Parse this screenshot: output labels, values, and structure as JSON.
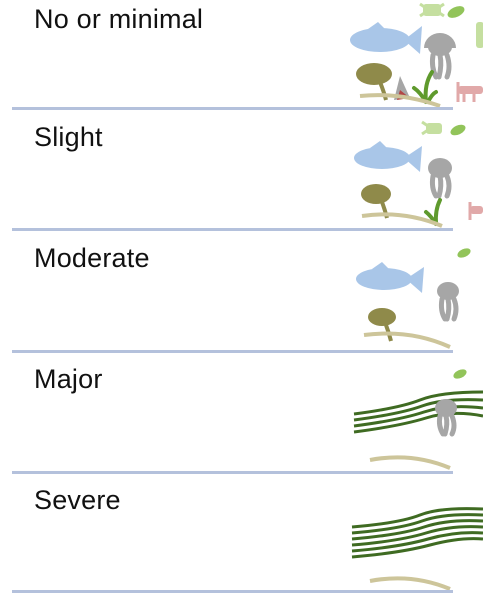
{
  "colors": {
    "divider": "#b4c1dc",
    "fish": "#a9c6e8",
    "jellyfish": "#a6a6a6",
    "algae_drop": "#92c45a",
    "algae_rect": "#c5dfa0",
    "sponge": "#8f8a4a",
    "seabed": "#cdc59a",
    "seagrass": "#5f9a2d",
    "crab": "#e1a9a9",
    "shell": "#b24646",
    "sediment_layers": "#3f6b22"
  },
  "panels": [
    {
      "label": "No or minimal",
      "icons": [
        "algae-rect-icon",
        "algae-drop-icon",
        "fish-icon",
        "jellyfish-icon",
        "sponge-icon",
        "shell-icon",
        "seagrass-icon",
        "crab-icon",
        "seabed-icon"
      ]
    },
    {
      "label": "Slight",
      "icons": [
        "algae-rect-icon",
        "algae-drop-icon",
        "fish-icon",
        "jellyfish-icon",
        "sponge-icon",
        "seagrass-icon",
        "crab-icon",
        "seabed-icon"
      ]
    },
    {
      "label": "Moderate",
      "icons": [
        "algae-drop-icon",
        "fish-icon",
        "jellyfish-icon",
        "sponge-icon",
        "seabed-icon"
      ]
    },
    {
      "label": "Major",
      "icons": [
        "algae-drop-icon",
        "sediment-layers-icon",
        "jellyfish-icon",
        "seabed-icon"
      ]
    },
    {
      "label": "Severe",
      "icons": [
        "sediment-layers-icon",
        "seabed-icon"
      ]
    }
  ]
}
